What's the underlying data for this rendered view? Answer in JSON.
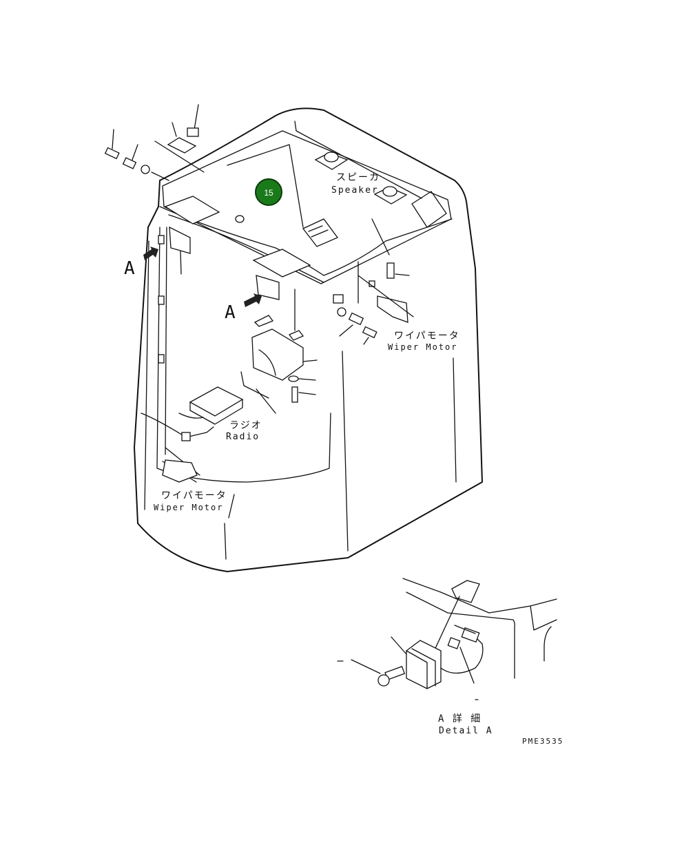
{
  "labels": {
    "speaker_jp": "スピーカ",
    "speaker_en": "Speaker",
    "wiper_top_jp": "ワイパモータ",
    "wiper_top_en": "Wiper Motor",
    "radio_jp": "ラジオ",
    "radio_en": "Radio",
    "wiper_bottom_jp": "ワイパモータ",
    "wiper_bottom_en": "Wiper Motor",
    "view_a_left": "A",
    "view_a_center": "A",
    "detail_jp": "A 詳 細",
    "detail_en": "Detail A",
    "drawing_code": "PME3535"
  },
  "callout": {
    "number": "15",
    "color": "#1a7a1a"
  }
}
